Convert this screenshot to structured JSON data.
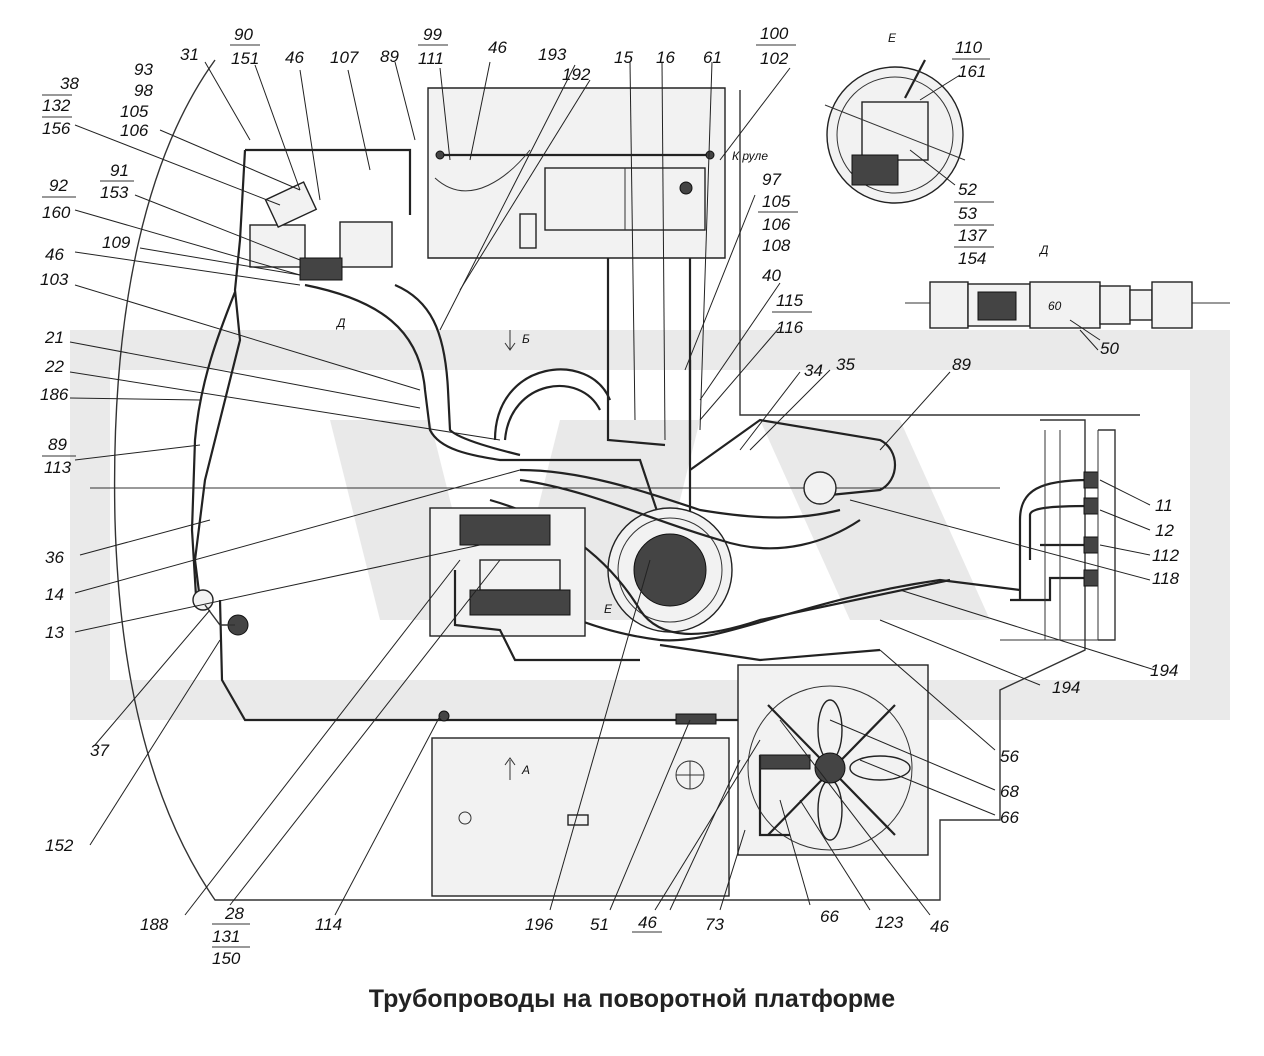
{
  "caption": "Трубопроводы на поворотной платформе",
  "views": {
    "a": "А",
    "b": "Б",
    "d": "Д",
    "e": "Е"
  },
  "annotations": {
    "to_steering": "К руле",
    "fitting_size": "60"
  },
  "labels": {
    "l38": "38",
    "l132": "132",
    "l156": "156",
    "l93": "93",
    "l98": "98",
    "l105a": "105",
    "l106a": "106",
    "l31": "31",
    "l90": "90",
    "l151": "151",
    "l46a": "46",
    "l107": "107",
    "l89a": "89",
    "l99": "99",
    "l111": "111",
    "l46b": "46",
    "l193": "193",
    "l192": "192",
    "l15": "15",
    "l16": "16",
    "l61": "61",
    "l100": "100",
    "l102": "102",
    "l110": "110",
    "l161": "161",
    "l91": "91",
    "l153": "153",
    "l92": "92",
    "l160": "160",
    "l46c": "46",
    "l109": "109",
    "l103": "103",
    "l97": "97",
    "l105b": "105",
    "l106b": "106",
    "l108": "108",
    "l52": "52",
    "l53": "53",
    "l137": "137",
    "l154": "154",
    "l40": "40",
    "l115": "115",
    "l116": "116",
    "l21": "21",
    "l22": "22",
    "l186": "186",
    "l89b": "89",
    "l113": "113",
    "l34": "34",
    "l35": "35",
    "l89c": "89",
    "l50": "50",
    "l11": "11",
    "l12": "12",
    "l112": "112",
    "l118": "118",
    "l36": "36",
    "l14": "14",
    "l13": "13",
    "l194a": "194",
    "l194b": "194",
    "l37": "37",
    "l56": "56",
    "l68": "68",
    "l66a": "66",
    "l152": "152",
    "l188": "188",
    "l28": "28",
    "l131": "131",
    "l150": "150",
    "l114": "114",
    "l196": "196",
    "l51": "51",
    "l46d": "46",
    "l73": "73",
    "l66b": "66",
    "l123": "123",
    "l46e": "46"
  }
}
